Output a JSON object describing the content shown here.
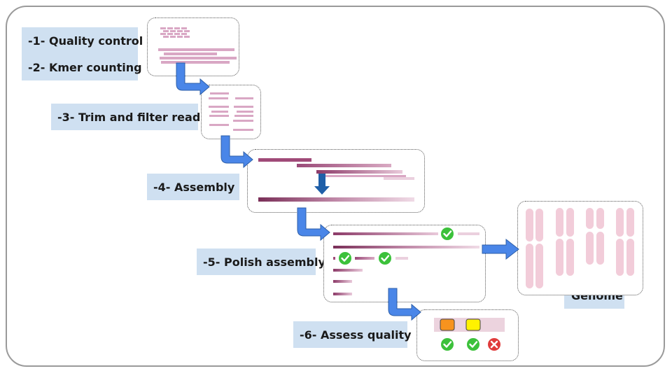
{
  "steps": {
    "qc": "-1- Quality control",
    "kmer": "-2- Kmer counting",
    "trim": "-3- Trim and filter reads",
    "assembly": "-4- Assembly",
    "polish": "-5- Polish assembly",
    "assess": "-6- Assess quality"
  },
  "genome_label": "Genome",
  "colors": {
    "label_bg": "#cfe0f1",
    "read_light": "#d9a7c4",
    "read_dark": "#a04a78",
    "flow_arrow": "#4a86e8",
    "down_arrow": "#1f5fa8",
    "check": "#3cc13b",
    "cross": "#e03c3c",
    "square_orange": "#f7931e",
    "square_yellow": "#fff200",
    "chromosome": "#f2ccd9"
  },
  "icons": [
    "check-icon",
    "cross-icon",
    "arrow-icon"
  ]
}
